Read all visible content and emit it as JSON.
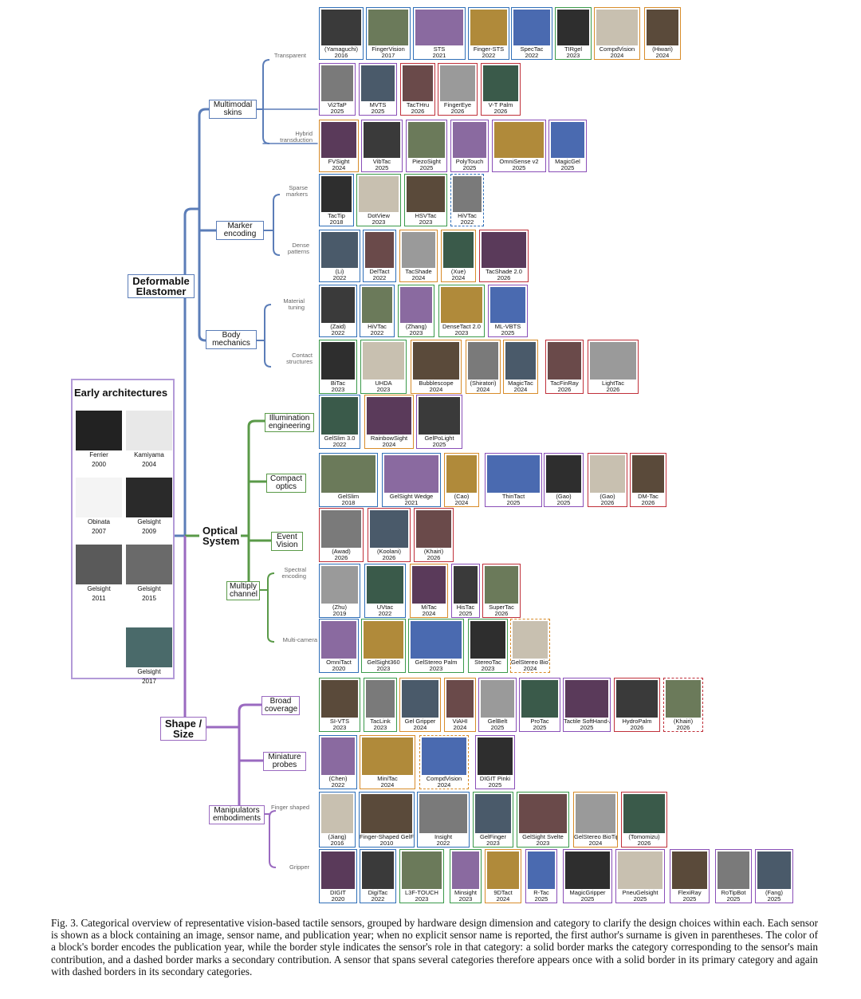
{
  "dimensions": [
    {
      "id": "deformable",
      "label": "Deformable Elastomer"
    },
    {
      "id": "optical",
      "label": "Optical System"
    },
    {
      "id": "shape",
      "label": "Shape / Size"
    }
  ],
  "categories": [
    {
      "id": "multimodal",
      "label": "Multimodal skins"
    },
    {
      "id": "marker",
      "label": "Marker encoding"
    },
    {
      "id": "body",
      "label": "Body mechanics"
    },
    {
      "id": "illumination",
      "label": "Illumination engineering"
    },
    {
      "id": "compact",
      "label": "Compact optics"
    },
    {
      "id": "event",
      "label": "Event Vision"
    },
    {
      "id": "multiply",
      "label": "Multiply channel"
    },
    {
      "id": "broad",
      "label": "Broad coverage"
    },
    {
      "id": "miniature",
      "label": "Miniature probes"
    },
    {
      "id": "manipulators",
      "label": "Manipulators embodiments"
    }
  ],
  "subcategories": [
    {
      "id": "transparent",
      "label": "Transparent"
    },
    {
      "id": "hybrid",
      "label": "Hybrid transduction"
    },
    {
      "id": "sparse",
      "label": "Sparse markers"
    },
    {
      "id": "dense",
      "label": "Dense patterns"
    },
    {
      "id": "material",
      "label": "Material tuning"
    },
    {
      "id": "contact",
      "label": "Contact structures"
    },
    {
      "id": "spectral",
      "label": "Spectral encoding"
    },
    {
      "id": "multicamera",
      "label": "Multi-camera"
    },
    {
      "id": "finger",
      "label": "Finger shaped"
    },
    {
      "id": "gripper",
      "label": "Gripper"
    }
  ],
  "colors": {
    "deformable": "#5b7db8",
    "optical": "#5a9a48",
    "shape": "#9a6ac0",
    "y2016": "#2f6fb8",
    "y2017": "#2f6fb8",
    "y2018": "#2f6fb8",
    "y2019": "#2f6fb8",
    "y2020": "#2f6fb8",
    "y2021": "#2f6fb8",
    "y2022": "#2f6fb8",
    "y2023": "#3a9a4a",
    "y2024": "#d88c2a",
    "y2025": "#8a4fb8",
    "y2026": "#c0303a"
  },
  "early": {
    "title": "Early architectures",
    "items": [
      {
        "name": "Ferrier",
        "year": "2000"
      },
      {
        "name": "Kamiyama",
        "year": "2004"
      },
      {
        "name": "Obinata",
        "year": "2007"
      },
      {
        "name": "Gelsight",
        "year": "2009"
      },
      {
        "name": "Gelsight",
        "year": "2011"
      },
      {
        "name": "Gelsight",
        "year": "2015"
      },
      {
        "name": "Gelsight",
        "year": "2017"
      }
    ]
  },
  "sensors": [
    {
      "name": "(Yamaguchi)",
      "year": "2016",
      "dashed": false
    },
    {
      "name": "FingerVision",
      "year": "2017",
      "dashed": false
    },
    {
      "name": "STS",
      "year": "2021",
      "dashed": false
    },
    {
      "name": "Finger-STS",
      "year": "2022",
      "dashed": false
    },
    {
      "name": "SpecTac",
      "year": "2022",
      "dashed": false
    },
    {
      "name": "TIRgel",
      "year": "2023",
      "dashed": false
    },
    {
      "name": "CompdVision",
      "year": "2024",
      "dashed": false
    },
    {
      "name": "(Hiwari)",
      "year": "2024",
      "dashed": false
    },
    {
      "name": "Vi2TaP",
      "year": "2025",
      "dashed": false
    },
    {
      "name": "MVTS",
      "year": "2025",
      "dashed": false
    },
    {
      "name": "TacTHru",
      "year": "2026",
      "dashed": false
    },
    {
      "name": "FingerEye",
      "year": "2026",
      "dashed": false
    },
    {
      "name": "V-T Palm",
      "year": "2026",
      "dashed": false
    },
    {
      "name": "FVSight",
      "year": "2024",
      "dashed": false
    },
    {
      "name": "VibTac",
      "year": "2025",
      "dashed": false
    },
    {
      "name": "PiezoSight",
      "year": "2025",
      "dashed": false
    },
    {
      "name": "PolyTouch",
      "year": "2025",
      "dashed": false
    },
    {
      "name": "OmniSense v2",
      "year": "2025",
      "dashed": false
    },
    {
      "name": "MagicGel",
      "year": "2025",
      "dashed": false
    },
    {
      "name": "TacTip",
      "year": "2018",
      "dashed": false
    },
    {
      "name": "DotView",
      "year": "2023",
      "dashed": false
    },
    {
      "name": "HSVTac",
      "year": "2023",
      "dashed": false
    },
    {
      "name": "HiVTac",
      "year": "2022",
      "dashed": true
    },
    {
      "name": "(Li)",
      "year": "2022",
      "dashed": false
    },
    {
      "name": "DelTact",
      "year": "2022",
      "dashed": false
    },
    {
      "name": "TacShade",
      "year": "2024",
      "dashed": false
    },
    {
      "name": "(Xue)",
      "year": "2024",
      "dashed": false
    },
    {
      "name": "TacShade 2.0",
      "year": "2026",
      "dashed": false
    },
    {
      "name": "(Zaid)",
      "year": "2022",
      "dashed": false
    },
    {
      "name": "HiVTac",
      "year": "2022",
      "dashed": false
    },
    {
      "name": "(Zhang)",
      "year": "2023",
      "dashed": false
    },
    {
      "name": "DenseTact 2.0",
      "year": "2023",
      "dashed": false
    },
    {
      "name": "ML-VBTS",
      "year": "2025",
      "dashed": false
    },
    {
      "name": "BiTac",
      "year": "2023",
      "dashed": false
    },
    {
      "name": "UHDA",
      "year": "2023",
      "dashed": false
    },
    {
      "name": "Bubblescope",
      "year": "2024",
      "dashed": false
    },
    {
      "name": "(Shiratori)",
      "year": "2024",
      "dashed": false
    },
    {
      "name": "MagicTac",
      "year": "2024",
      "dashed": false
    },
    {
      "name": "TacFinRay",
      "year": "2026",
      "dashed": false
    },
    {
      "name": "LightTac",
      "year": "2026",
      "dashed": false
    },
    {
      "name": "GelSlim 3.0",
      "year": "2022",
      "dashed": false
    },
    {
      "name": "RainbowSight",
      "year": "2024",
      "dashed": false
    },
    {
      "name": "GelPoLight",
      "year": "2025",
      "dashed": false
    },
    {
      "name": "GelSlim",
      "year": "2018",
      "dashed": false
    },
    {
      "name": "GelSight Wedge",
      "year": "2021",
      "dashed": false
    },
    {
      "name": "(Cao)",
      "year": "2024",
      "dashed": false
    },
    {
      "name": "ThinTact",
      "year": "2025",
      "dashed": false
    },
    {
      "name": "(Gao)",
      "year": "2025",
      "dashed": false
    },
    {
      "name": "(Gao)",
      "year": "2026",
      "dashed": false
    },
    {
      "name": "DM-Tac",
      "year": "2026",
      "dashed": false
    },
    {
      "name": "(Awad)",
      "year": "2026",
      "dashed": false
    },
    {
      "name": "(Koolani)",
      "year": "2026",
      "dashed": false
    },
    {
      "name": "(Khairi)",
      "year": "2026",
      "dashed": false
    },
    {
      "name": "(Zhu)",
      "year": "2019",
      "dashed": false
    },
    {
      "name": "UVtac",
      "year": "2022",
      "dashed": false
    },
    {
      "name": "MiTac",
      "year": "2024",
      "dashed": false
    },
    {
      "name": "HisTac",
      "year": "2025",
      "dashed": false
    },
    {
      "name": "SuperTac",
      "year": "2026",
      "dashed": false
    },
    {
      "name": "OmniTact",
      "year": "2020",
      "dashed": false
    },
    {
      "name": "GelSight360",
      "year": "2023",
      "dashed": false
    },
    {
      "name": "GelStereo Palm",
      "year": "2023",
      "dashed": false
    },
    {
      "name": "StereoTac",
      "year": "2023",
      "dashed": false
    },
    {
      "name": "GelStereo BioTip",
      "year": "2024",
      "dashed": true
    },
    {
      "name": "SI-VTS",
      "year": "2023",
      "dashed": false
    },
    {
      "name": "TacLink",
      "year": "2023",
      "dashed": false
    },
    {
      "name": "Gel Gripper",
      "year": "2024",
      "dashed": false
    },
    {
      "name": "ViAHI",
      "year": "2024",
      "dashed": false
    },
    {
      "name": "GelBelt",
      "year": "2025",
      "dashed": false
    },
    {
      "name": "ProTac",
      "year": "2025",
      "dashed": false
    },
    {
      "name": "Tactile SoftHand-A",
      "year": "2025",
      "dashed": false
    },
    {
      "name": "HydroPalm",
      "year": "2026",
      "dashed": false
    },
    {
      "name": "(Khairi)",
      "year": "2026",
      "dashed": true
    },
    {
      "name": "(Chen)",
      "year": "2022",
      "dashed": false
    },
    {
      "name": "MiniTac",
      "year": "2024",
      "dashed": false
    },
    {
      "name": "CompdVision",
      "year": "2024",
      "dashed": true
    },
    {
      "name": "DIGIT Pinki",
      "year": "2025",
      "dashed": false
    },
    {
      "name": "(Jiang)",
      "year": "2016",
      "dashed": false
    },
    {
      "name": "Finger-Shaped GelForce",
      "year": "2010",
      "dashed": false
    },
    {
      "name": "Insight",
      "year": "2022",
      "dashed": false
    },
    {
      "name": "GelFinger",
      "year": "2023",
      "dashed": false
    },
    {
      "name": "GelSight Svelte",
      "year": "2023",
      "dashed": false
    },
    {
      "name": "GelStereo BioTip",
      "year": "2024",
      "dashed": false
    },
    {
      "name": "(Tomomizu)",
      "year": "2026",
      "dashed": false
    },
    {
      "name": "DIGIT",
      "year": "2020",
      "dashed": false
    },
    {
      "name": "DigiTac",
      "year": "2022",
      "dashed": false
    },
    {
      "name": "L3F-TOUCH",
      "year": "2023",
      "dashed": false
    },
    {
      "name": "Minsight",
      "year": "2023",
      "dashed": false
    },
    {
      "name": "9DTact",
      "year": "2024",
      "dashed": false
    },
    {
      "name": "R-Tac",
      "year": "2025",
      "dashed": false
    },
    {
      "name": "MagicGripper",
      "year": "2025",
      "dashed": false
    },
    {
      "name": "PneuGelsight",
      "year": "2025",
      "dashed": false
    },
    {
      "name": "FlexiRay",
      "year": "2025",
      "dashed": false
    },
    {
      "name": "RoTipBot",
      "year": "2025",
      "dashed": false
    },
    {
      "name": "(Fang)",
      "year": "2025",
      "dashed": false
    }
  ],
  "caption": "Fig. 3.  Categorical overview of representative vision-based tactile sensors, grouped by hardware design dimension and category to clarify the design choices within each. Each sensor is shown as a block containing an image, sensor name, and publication year; when no explicit sensor name is reported, the first author's surname is given in parentheses. The color of a block's border encodes the publication year, while the border style indicates the sensor's role in that category: a solid border marks the category corresponding to the sensor's main contribution, and a dashed border marks a secondary contribution. A sensor that spans several categories therefore appears once with a solid border in its primary category and again with dashed borders in its secondary categories."
}
